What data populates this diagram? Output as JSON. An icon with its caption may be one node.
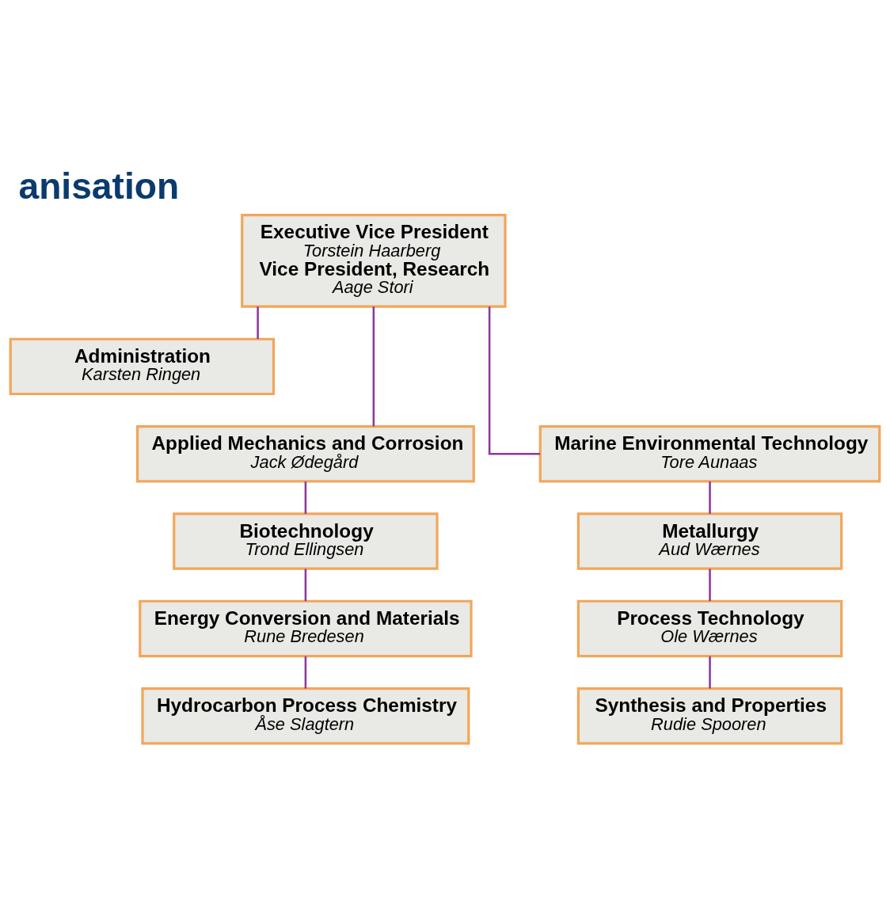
{
  "diagram": {
    "title": "anisation",
    "nodes": [
      {
        "text": [
          "Executive Vice President",
          "Torstein Haarberg",
          "Vice President, Research",
          "Aage Stori"
        ]
      },
      {
        "text": [
          "Administration",
          "Karsten Ringen"
        ]
      },
      {
        "text": [
          "Applied Mechanics and Corrosion",
          "Jack Ødegård"
        ]
      },
      {
        "text": [
          "Marine Environmental Technology",
          "Tore Aunaas"
        ]
      },
      {
        "text": [
          "Biotechnology",
          "Trond Ellingsen"
        ]
      },
      {
        "text": [
          "Metallurgy",
          "Aud Wærnes"
        ]
      },
      {
        "text": [
          "Energy Conversion and Materials",
          "Rune Bredesen"
        ]
      },
      {
        "text": [
          "Process Technology",
          "Ole Wærnes"
        ]
      },
      {
        "text": [
          "Hydrocarbon Process Chemistry",
          "Åse Slagtern"
        ]
      },
      {
        "text": [
          "Synthesis and Properties",
          "Rudie Spooren"
        ]
      }
    ],
    "edges": [
      {
        "from": 0,
        "to": 1,
        "arrow": "none"
      },
      {
        "from": 0,
        "to": 2,
        "arrow": "none"
      },
      {
        "from": 0,
        "to": 3,
        "arrow": "none"
      },
      {
        "from": 2,
        "to": 4,
        "arrow": "none"
      },
      {
        "from": 4,
        "to": 6,
        "arrow": "none"
      },
      {
        "from": 6,
        "to": 8,
        "arrow": "none"
      },
      {
        "from": 3,
        "to": 5,
        "arrow": "none"
      },
      {
        "from": 5,
        "to": 7,
        "arrow": "none"
      },
      {
        "from": 7,
        "to": 9,
        "arrow": "none"
      }
    ]
  }
}
